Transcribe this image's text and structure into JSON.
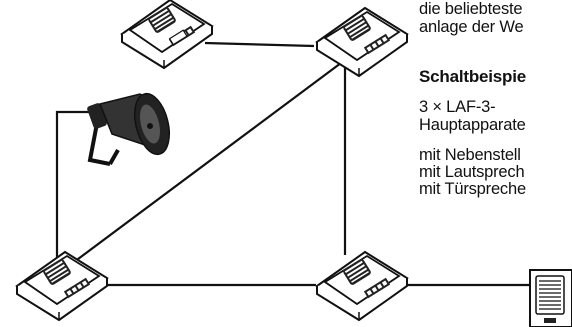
{
  "intro": {
    "line1": "die beliebteste",
    "line2": "anlage der We"
  },
  "section": {
    "heading": "Schaltbeispie",
    "quantity": "3 × LAF-3-",
    "unit_type": "Hauptapparate",
    "option1": "mit Nebenstell",
    "option2": "mit Lautsprech",
    "option3": "mit Türspreche"
  },
  "devices": [
    {
      "name": "main-station-top-left",
      "kind": "intercom-desk-unit"
    },
    {
      "name": "main-station-top-center",
      "kind": "intercom-desk-unit"
    },
    {
      "name": "main-station-bottom-left",
      "kind": "intercom-desk-unit"
    },
    {
      "name": "main-station-bottom-center",
      "kind": "intercom-desk-unit"
    },
    {
      "name": "horn-loudspeaker",
      "kind": "loudspeaker"
    },
    {
      "name": "door-speaker",
      "kind": "door-station"
    }
  ],
  "colors": {
    "ink": "#111111",
    "paper": "#ffffff",
    "shade": "#555555"
  }
}
